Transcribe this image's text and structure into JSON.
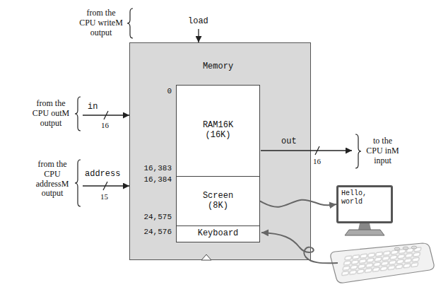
{
  "diagram": {
    "nodes": [
      {
        "text": [
          "Memory"
        ]
      },
      {
        "text": [
          "RAM16K (16K)"
        ],
        "in": 0
      },
      {
        "text": [
          "Screen (8K)"
        ],
        "in": 0
      },
      {
        "text": [
          "Keyboard"
        ],
        "in": 0
      },
      {
        "text": [
          "Hello, world"
        ]
      }
    ],
    "edges": [
      {
        "from": 2,
        "to": 4,
        "arrow": "to"
      }
    ],
    "labels": [
      "from the CPU writeM output",
      "load",
      "from the CPU outM output",
      "in",
      "16",
      "from the CPU addressM output",
      "address",
      "15",
      "0",
      "16,383",
      "16,384",
      "24,575",
      "24,576",
      "out",
      "16",
      "to the CPU inM input"
    ]
  }
}
